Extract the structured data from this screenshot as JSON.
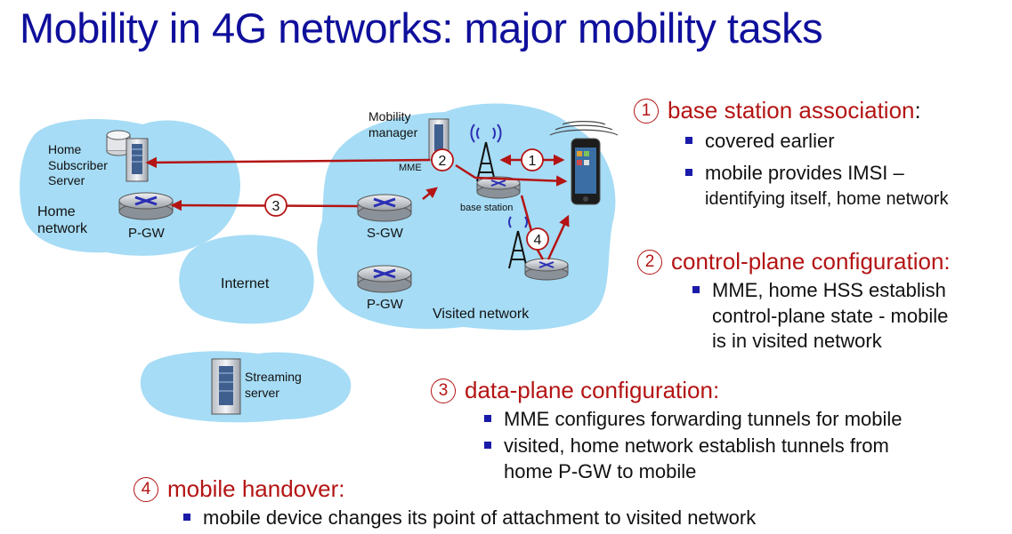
{
  "title": "Mobility in 4G networks: major mobility tasks",
  "diagram": {
    "home_network_label": [
      "Home",
      "network"
    ],
    "hss_label": [
      "Home",
      "Subscriber",
      "Server"
    ],
    "home_pgw_label": "P-GW",
    "internet_label": "Internet",
    "mobility_manager_label": [
      "Mobility",
      "manager"
    ],
    "mme_label": "MME",
    "base_station_label": "base station",
    "sgw_label": "S-GW",
    "visited_pgw_label": "P-GW",
    "visited_network_label": "Visited network",
    "streaming_server_label": [
      "Streaming",
      "server"
    ],
    "arrow_numbers": [
      "1",
      "2",
      "3",
      "4"
    ]
  },
  "tasks": [
    {
      "number": "1",
      "heading": "base station association",
      "suffix": ":",
      "bullets": [
        [
          "covered earlier"
        ],
        [
          "mobile  provides IMSI –",
          "identifying itself, home network"
        ]
      ]
    },
    {
      "number": "2",
      "heading": "control-plane configuration:",
      "suffix": "",
      "bullets": [
        [
          "MME, home HSS establish",
          "control-plane state -  mobile",
          "is in visited network"
        ]
      ]
    },
    {
      "number": "3",
      "heading": "data-plane configuration:",
      "suffix": "",
      "bullets": [
        [
          "MME configures forwarding tunnels for mobile"
        ],
        [
          "visited, home network establish tunnels from",
          "home P-GW to mobile"
        ]
      ]
    },
    {
      "number": "4",
      "heading": "mobile handover:",
      "suffix": "",
      "bullets": [
        [
          "mobile device changes its point of attachment to visited network"
        ]
      ]
    }
  ],
  "colors": {
    "title": "#0f0f9c",
    "accent": "#b41414",
    "cloud": "#a6dcf5",
    "bullet": "#1a1aa8"
  }
}
